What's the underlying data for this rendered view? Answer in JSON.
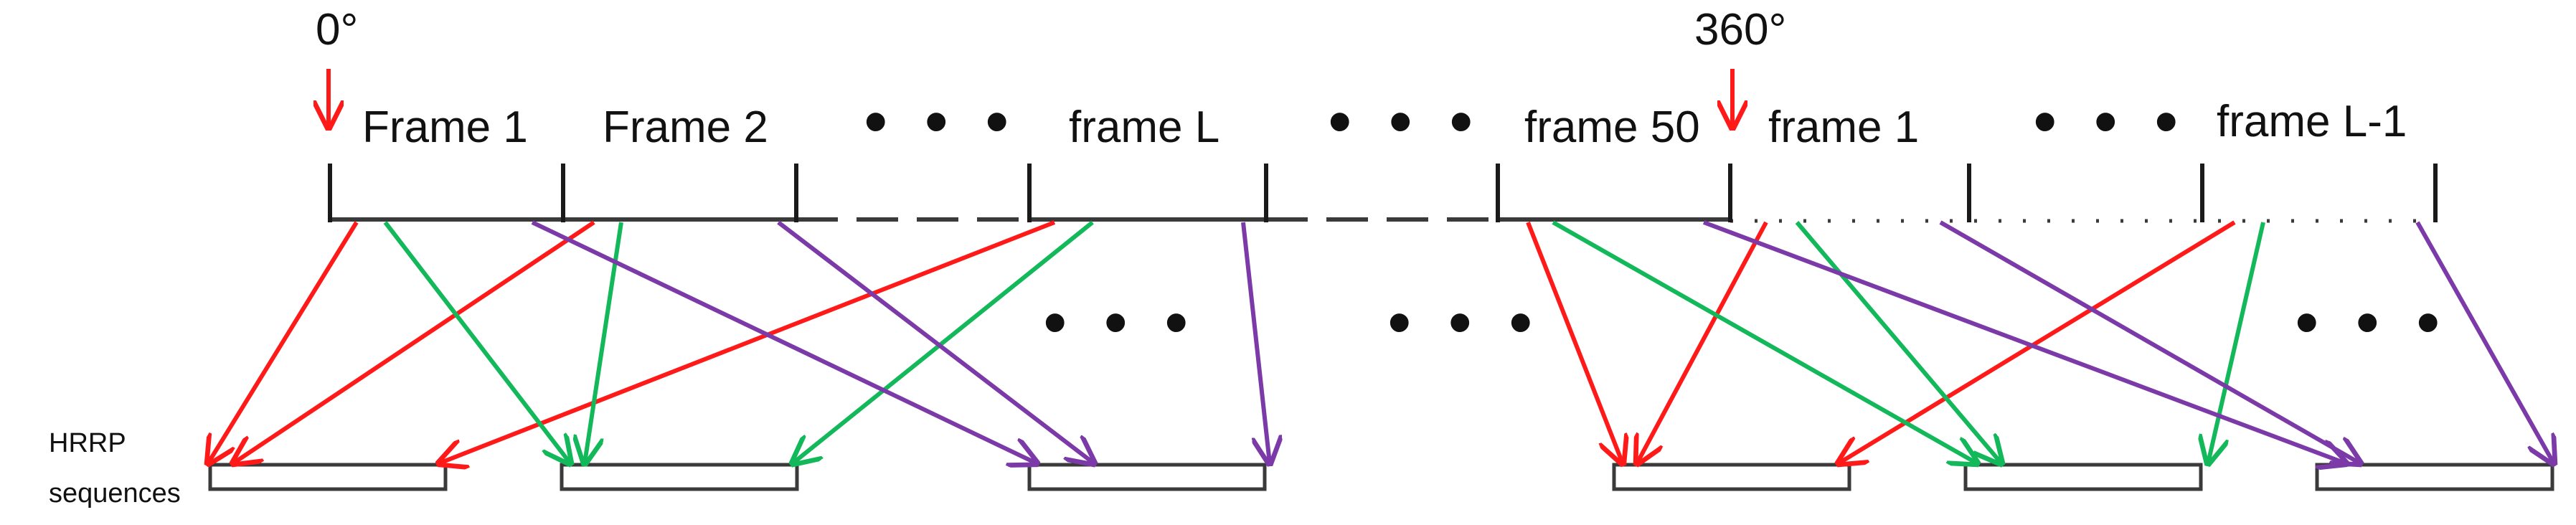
{
  "angles": {
    "start": "0°",
    "end": "360°"
  },
  "frames": [
    {
      "id": "frame-1",
      "label": "Frame 1"
    },
    {
      "id": "frame-2",
      "label": "Frame 2"
    },
    {
      "id": "frame-L",
      "label": "frame L"
    },
    {
      "id": "frame-50",
      "label": "frame 50"
    },
    {
      "id": "frame-1-repeat",
      "label": "frame 1"
    },
    {
      "id": "frame-L-1",
      "label": "frame L-1"
    }
  ],
  "ellipsis": "• • •",
  "side_label": {
    "line1": "HRRP",
    "line2": "sequences"
  },
  "colors": {
    "line": "#3a3a3a",
    "red": "#ff1a1a",
    "green": "#12b85a",
    "purple": "#7b3aa8",
    "text": "#111111"
  }
}
